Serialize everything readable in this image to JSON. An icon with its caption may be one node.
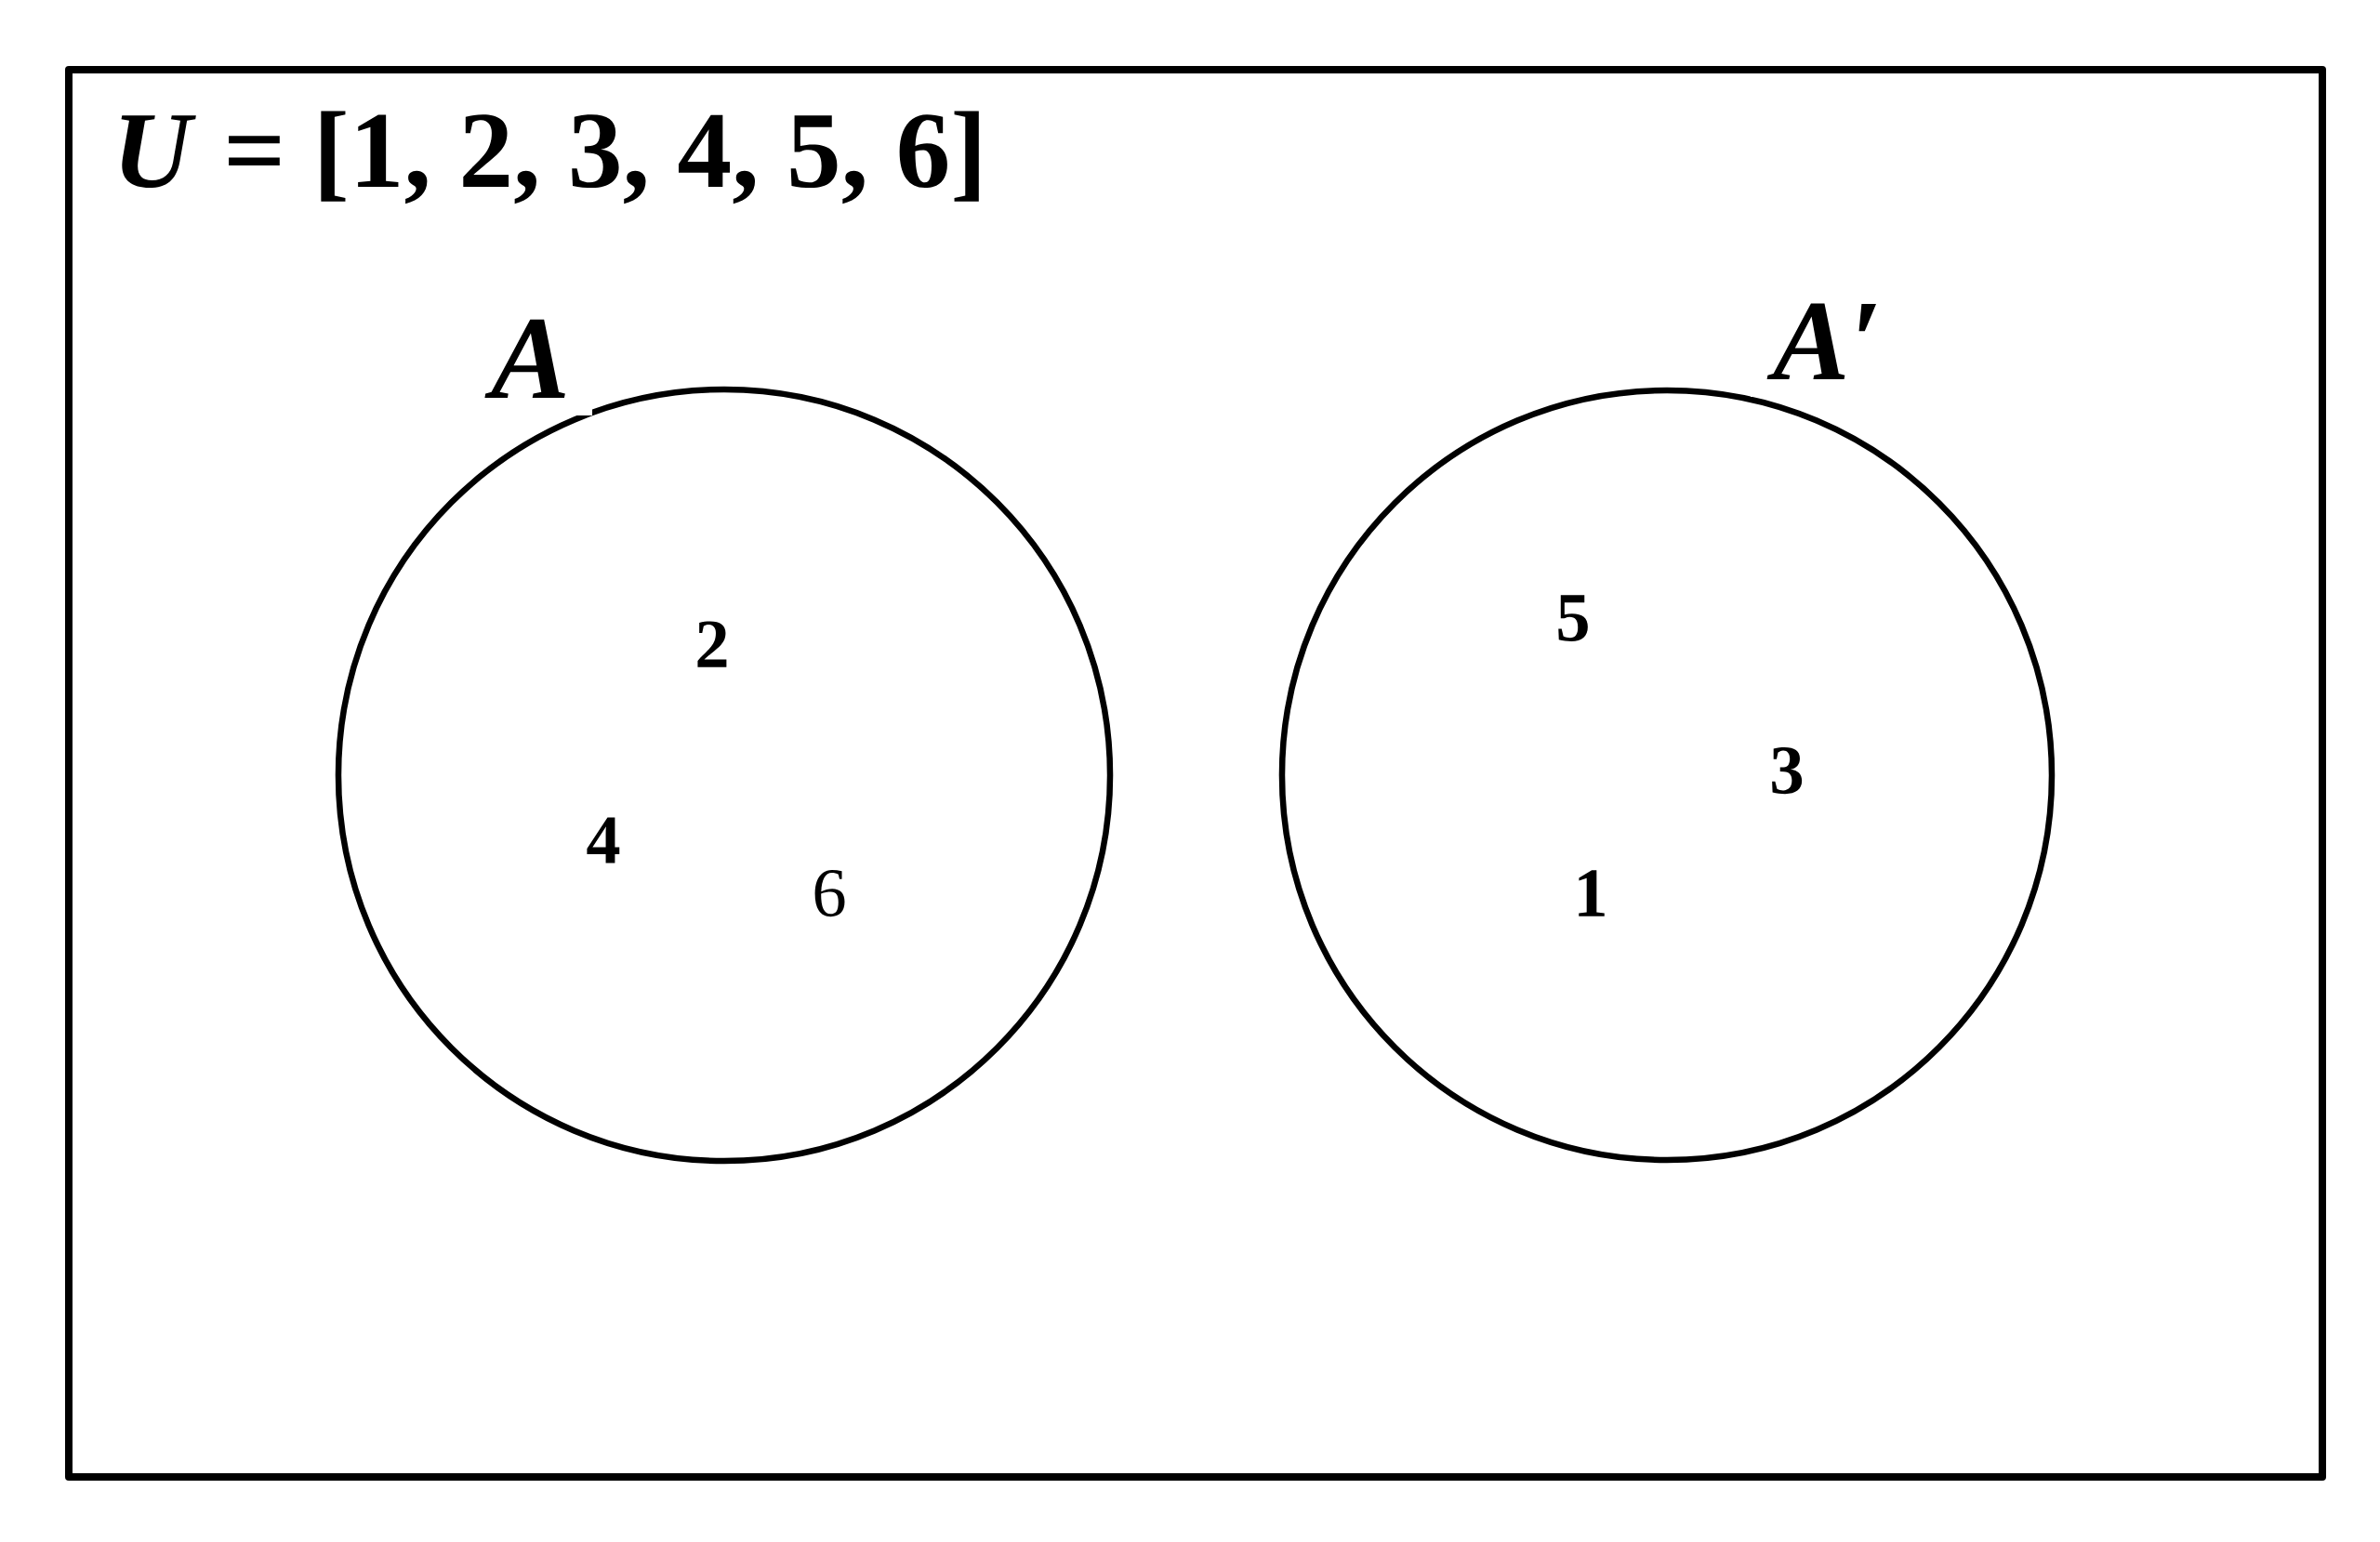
{
  "diagram": {
    "nodes": [
      {
        "text": [
          "*U* = [1, 2, 3, 4, 5, 6]"
        ]
      },
      {
        "text": [
          "A",
          "2",
          "4",
          "6"
        ],
        "in": 0
      },
      {
        "text": [
          "A′",
          "5",
          "3",
          "1"
        ],
        "in": 0
      }
    ]
  }
}
